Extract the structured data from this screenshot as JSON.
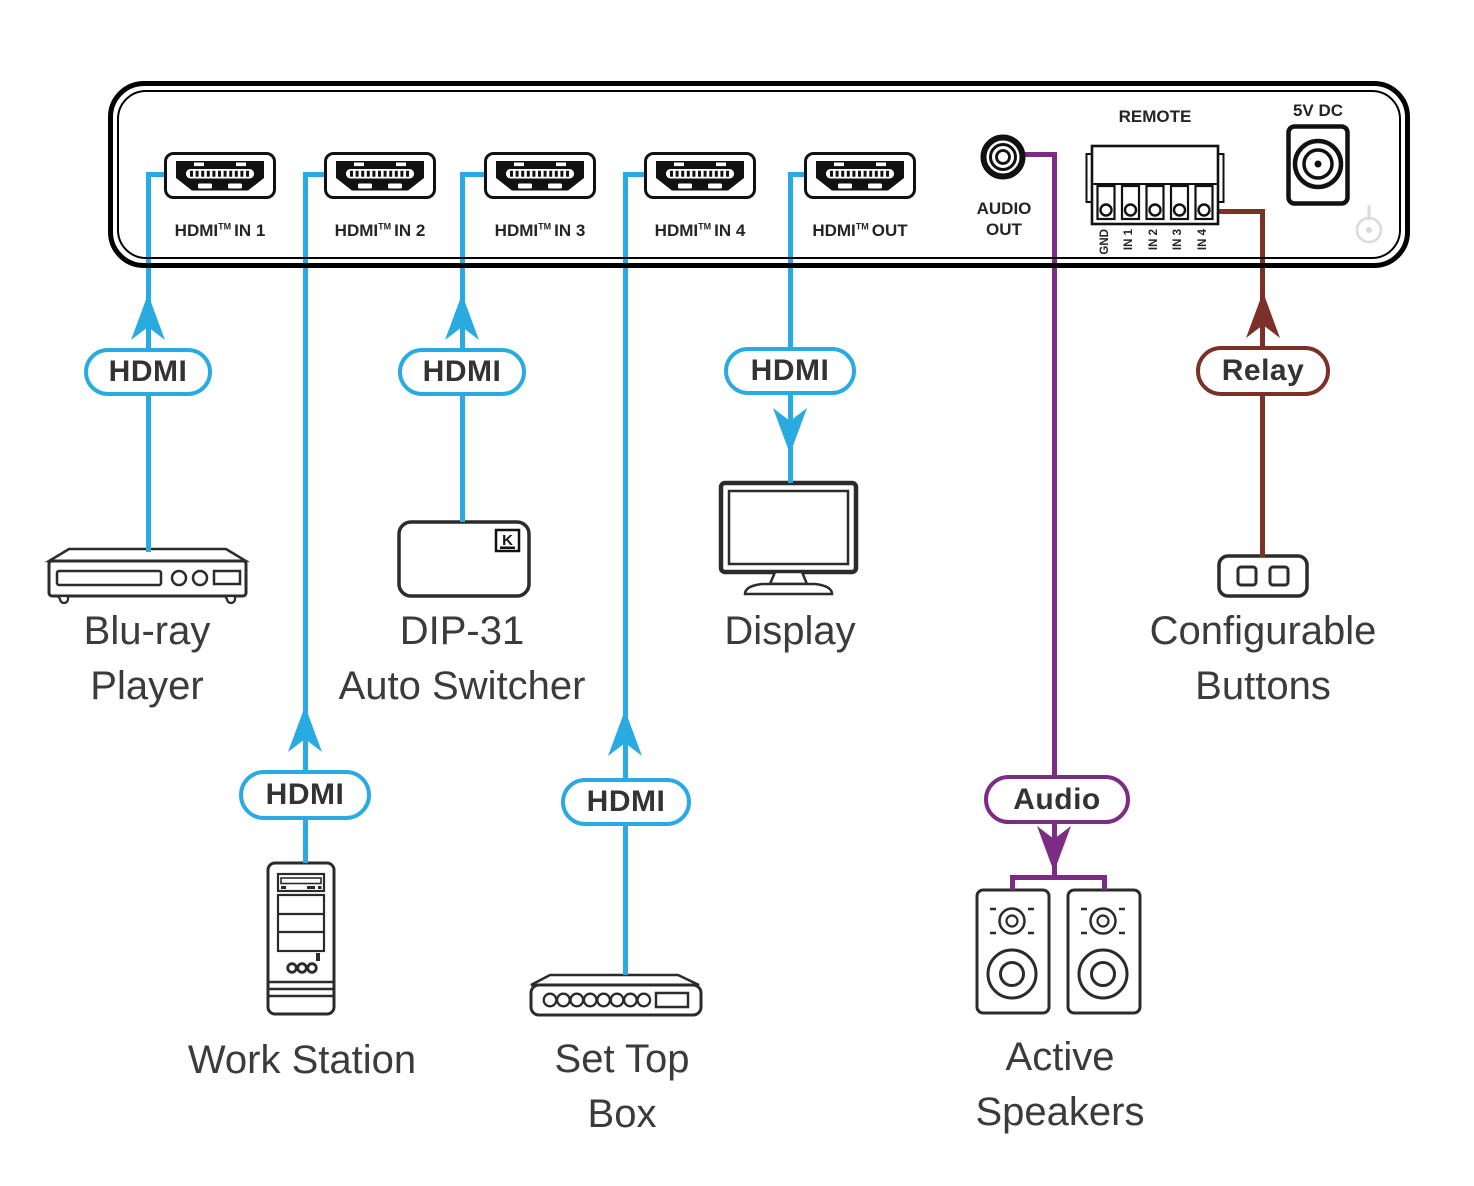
{
  "colors": {
    "hdmi_line": "#29ABE2",
    "audio_line": "#7D2C85",
    "relay_line": "#7B3028",
    "panel_outline": "#000000",
    "caption_text": "#3B3B3B"
  },
  "panel": {
    "ports": [
      {
        "name": "HDMI",
        "tm": "TM",
        "suffix": "IN 1"
      },
      {
        "name": "HDMI",
        "tm": "TM",
        "suffix": "IN 2"
      },
      {
        "name": "HDMI",
        "tm": "TM",
        "suffix": "IN 3"
      },
      {
        "name": "HDMI",
        "tm": "TM",
        "suffix": "IN 4"
      },
      {
        "name": "HDMI",
        "tm": "TM",
        "suffix": "OUT"
      }
    ],
    "audio_out": {
      "line1": "AUDIO",
      "line2": "OUT"
    },
    "remote": {
      "label": "REMOTE",
      "terminals": [
        "GND",
        "IN 1",
        "IN 2",
        "IN 3",
        "IN 4"
      ]
    },
    "power_label": "5V DC"
  },
  "tags": {
    "hdmi_in1": "HDMI",
    "hdmi_in2": "HDMI",
    "hdmi_in3": "HDMI",
    "hdmi_in4": "HDMI",
    "hdmi_out": "HDMI",
    "audio": "Audio",
    "relay": "Relay"
  },
  "devices": {
    "blu_ray": {
      "line1": "Blu-ray",
      "line2": "Player"
    },
    "dip31": {
      "line1": "DIP-31",
      "line2": "Auto Switcher",
      "logo_letter": "K"
    },
    "display": {
      "line1": "Display"
    },
    "work_station": {
      "line1": "Work Station"
    },
    "set_top_box": {
      "line1": "Set Top",
      "line2": "Box"
    },
    "active_speakers": {
      "line1": "Active",
      "line2": "Speakers"
    },
    "configurable_buttons": {
      "line1": "Configurable",
      "line2": "Buttons"
    }
  }
}
